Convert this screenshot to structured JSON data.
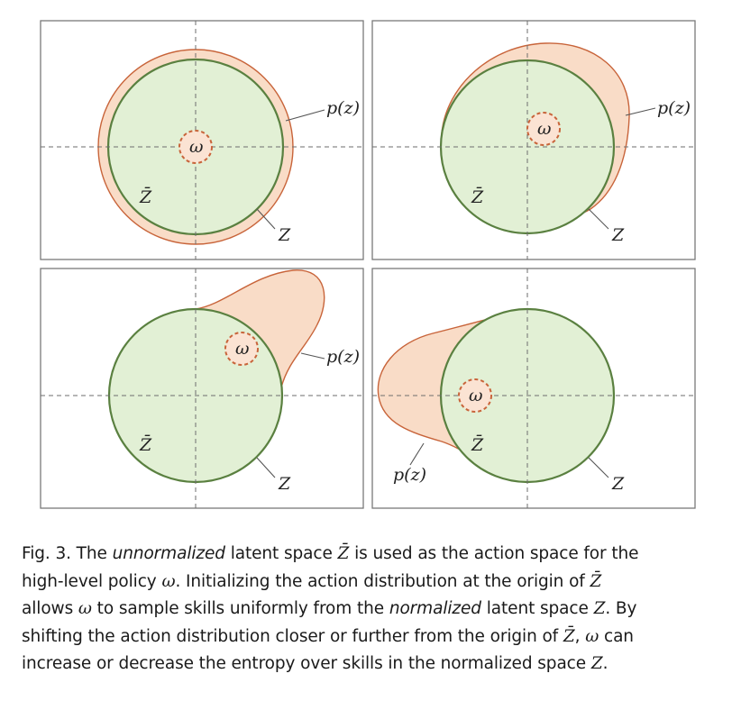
{
  "figure": {
    "panels": [
      {
        "omega_label": "ω",
        "zbar_label": "Z̄",
        "z_label": "Z",
        "p_label": "p(z)"
      },
      {
        "omega_label": "ω",
        "zbar_label": "Z̄",
        "z_label": "Z",
        "p_label": "p(z)"
      },
      {
        "omega_label": "ω",
        "zbar_label": "Z̄",
        "z_label": "Z",
        "p_label": "p(z)"
      },
      {
        "omega_label": "ω",
        "zbar_label": "Z̄",
        "z_label": "Z",
        "p_label": "p(z)"
      }
    ]
  },
  "caption": {
    "line1_a": "Fig. 3.  The ",
    "line1_em": "unnormalized",
    "line1_b": " latent space ",
    "line1_math": "Z̄",
    "line1_c": " is used as the action space for the",
    "line2_a": "high-level policy ",
    "line2_math": "ω",
    "line2_b": ". Initializing the action distribution at the origin of ",
    "line2_math2": "Z̄",
    "line3_a": "allows ",
    "line3_math": "ω",
    "line3_b": " to sample skills uniformly from the ",
    "line3_em": "normalized",
    "line3_c": " latent space ",
    "line3_math2": "Z",
    "line3_d": ". By",
    "line4_a": "shifting the action distribution closer or further from the origin of ",
    "line4_math": "Z̄",
    "line4_b": ", ",
    "line4_math2": "ω",
    "line4_c": " can",
    "line5_a": "increase or decrease the entropy over skills in the normalized space ",
    "line5_math": "Z",
    "line5_b": "."
  }
}
